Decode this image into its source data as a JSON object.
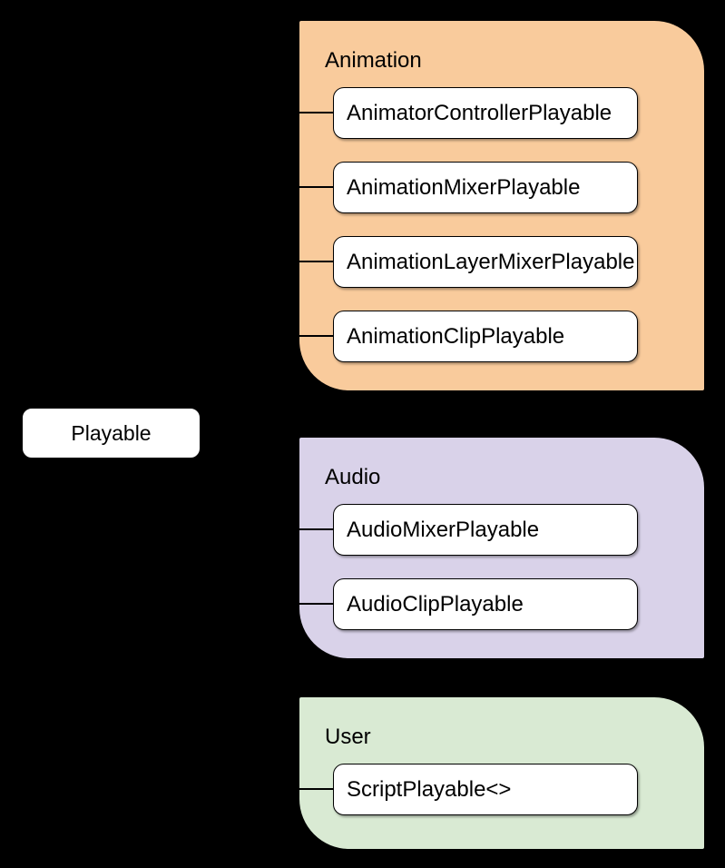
{
  "diagram": {
    "background_color": "#000000",
    "node_fill_color": "#FFFFFF",
    "connector_color": "#000000",
    "root": {
      "label": "Playable"
    },
    "groups": [
      {
        "label": "Animation",
        "color": "#F9CB9C",
        "items": [
          {
            "label": "AnimatorControllerPlayable"
          },
          {
            "label": "AnimationMixerPlayable"
          },
          {
            "label": "AnimationLayerMixerPlayable"
          },
          {
            "label": "AnimationClipPlayable"
          }
        ]
      },
      {
        "label": "Audio",
        "color": "#D9D2E9",
        "items": [
          {
            "label": "AudioMixerPlayable"
          },
          {
            "label": "AudioClipPlayable"
          }
        ]
      },
      {
        "label": "User",
        "color": "#D9EAD3",
        "items": [
          {
            "label": "ScriptPlayable<>"
          }
        ]
      }
    ]
  }
}
